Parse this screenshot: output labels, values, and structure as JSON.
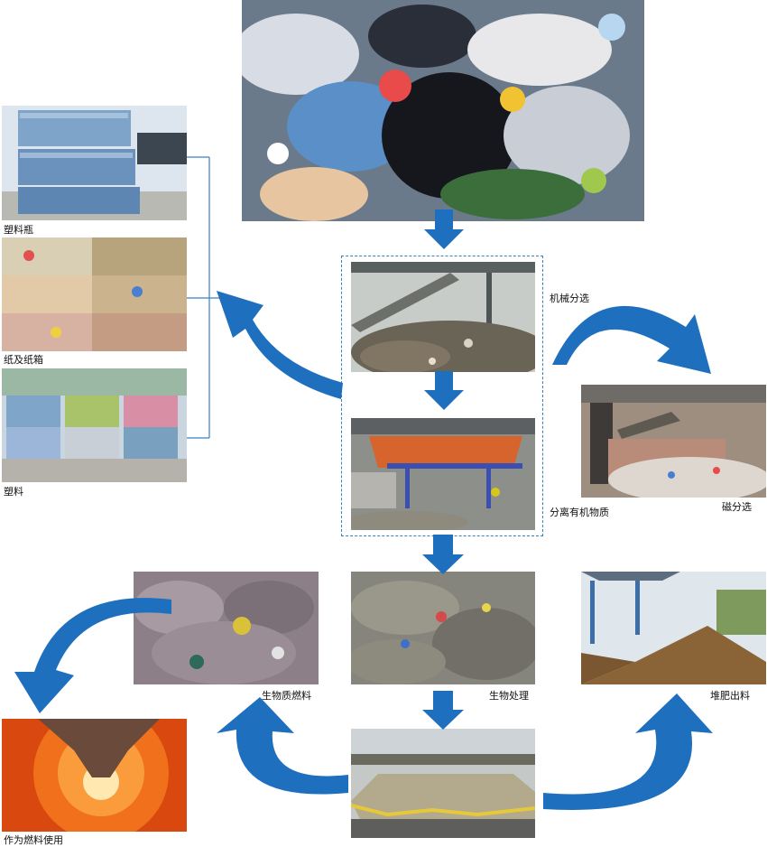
{
  "labels": {
    "plastic_bottles": "塑料瓶",
    "paper": "纸及纸箱",
    "plastic": "塑料",
    "mechanical_sorting": "机械分选",
    "organic_separation": "分离有机物质",
    "magnetic_sorting": "磁分选",
    "biomass_fuel": "生物质燃料",
    "bio_treatment": "生物处理",
    "compost_output": "堆肥出料",
    "fuel_use": "作为燃料使用"
  },
  "colors": {
    "arrow": "#1f6fbf",
    "dashed_border": "#3a7fc0",
    "bracket_line": "#3a7fc0"
  }
}
